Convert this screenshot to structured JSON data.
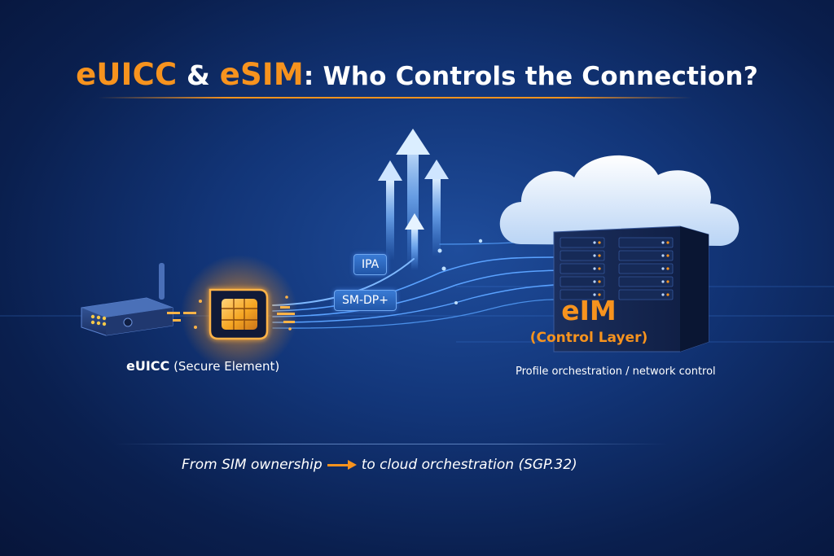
{
  "title": {
    "part1": "eUICC",
    "amp": "&",
    "part2": "eSIM",
    "rest": ": Who Controls the Connection?"
  },
  "labels": {
    "ipa": "IPA",
    "smdp": "SM-DP+"
  },
  "euicc": {
    "name": "eUICC",
    "detail": "(Secure Element)"
  },
  "eim": {
    "name": "eIM",
    "layer": "(Control Layer)",
    "description": "Profile orchestration / network control"
  },
  "footer": {
    "from": "From SIM ownership",
    "to": "to cloud orchestration (SGP.32)"
  },
  "colors": {
    "accent": "#f7931e",
    "background": "#0a1f4e",
    "flow_line": "#5aa2ff"
  },
  "icons": [
    "router-icon",
    "sim-chip-icon",
    "upward-arrows-icon",
    "cloud-icon",
    "server-rack-icon",
    "arrow-right-icon"
  ]
}
